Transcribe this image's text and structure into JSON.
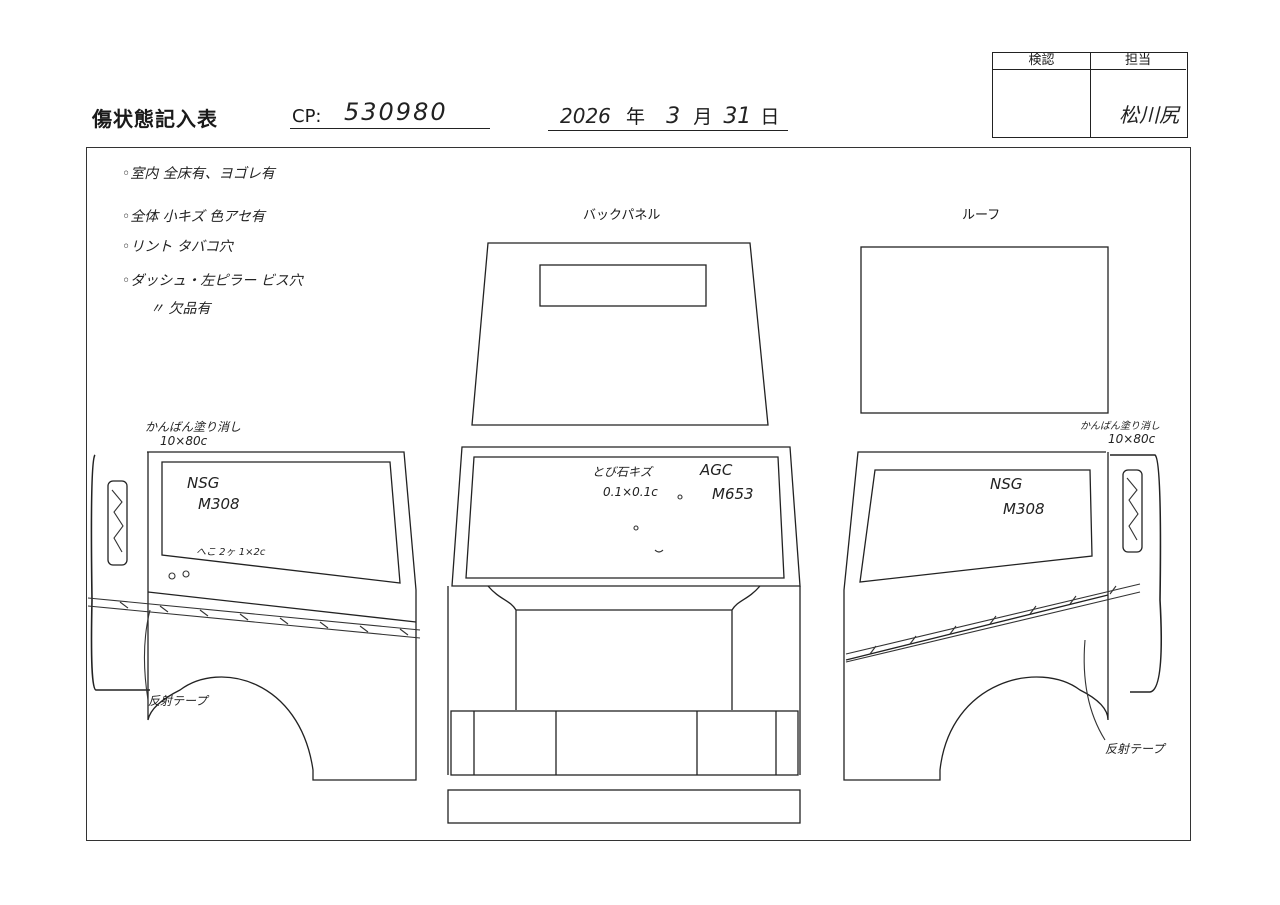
{
  "header": {
    "title": "傷状態記入表",
    "cp_label": "CP:",
    "cp_value": "530980",
    "date": {
      "year": "2026",
      "year_label": "年",
      "month": "3",
      "month_label": "月",
      "day": "31",
      "day_label": "日"
    }
  },
  "approval": {
    "check_label": "検認",
    "person_label": "担当",
    "signature": "松川尻"
  },
  "notes": [
    "◦室内 全床有、ヨゴレ有",
    "◦全体 小キズ 色アセ有",
    "◦リント タバコ穴",
    "◦ダッシュ・左ピラー ビス穴",
    "〃 欠品有"
  ],
  "sections": {
    "back_panel": "バックパネル",
    "roof": "ルーフ"
  },
  "annotations": {
    "left_sign": "かんばん塗り消し",
    "left_sign_size": "10×80c",
    "left_glass_brand": "NSG",
    "left_glass_code": "M308",
    "left_small_dent": "へこ 2ヶ 1×2c",
    "left_tape": "反射テープ",
    "center_damage": "とび石キズ",
    "center_damage_size": "0.1×0.1c",
    "center_glass_brand": "AGC",
    "center_glass_code": "M653",
    "right_sign": "かんばん塗り消し",
    "right_sign_size": "10×80c",
    "right_glass_brand": "NSG",
    "right_glass_code": "M308",
    "right_tape": "反射テープ"
  }
}
